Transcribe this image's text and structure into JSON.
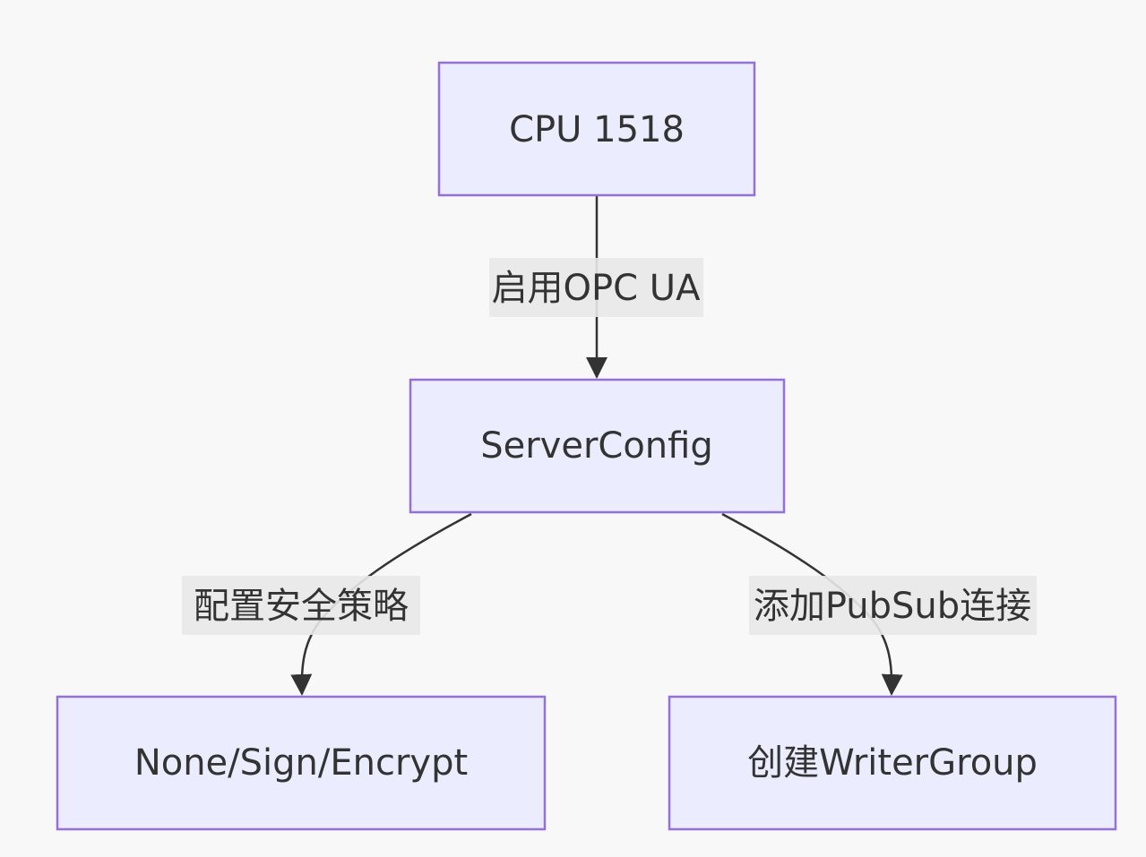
{
  "diagram": {
    "nodes": {
      "cpu": {
        "label": "CPU 1518"
      },
      "server": {
        "label": "ServerConfig"
      },
      "security": {
        "label": "None/Sign/Encrypt"
      },
      "writer": {
        "label": "创建WriterGroup"
      }
    },
    "edges": {
      "cpu_server": {
        "label": "启用OPC UA"
      },
      "server_security": {
        "label": "配置安全策略"
      },
      "server_writer": {
        "label": "添加PubSub连接"
      }
    },
    "colors": {
      "background": "#f8f8f8",
      "node_fill": "#ececff",
      "node_stroke": "#9370db",
      "edge": "#333333",
      "edge_label_bg": "#e8e8e8",
      "text": "#333333"
    }
  }
}
